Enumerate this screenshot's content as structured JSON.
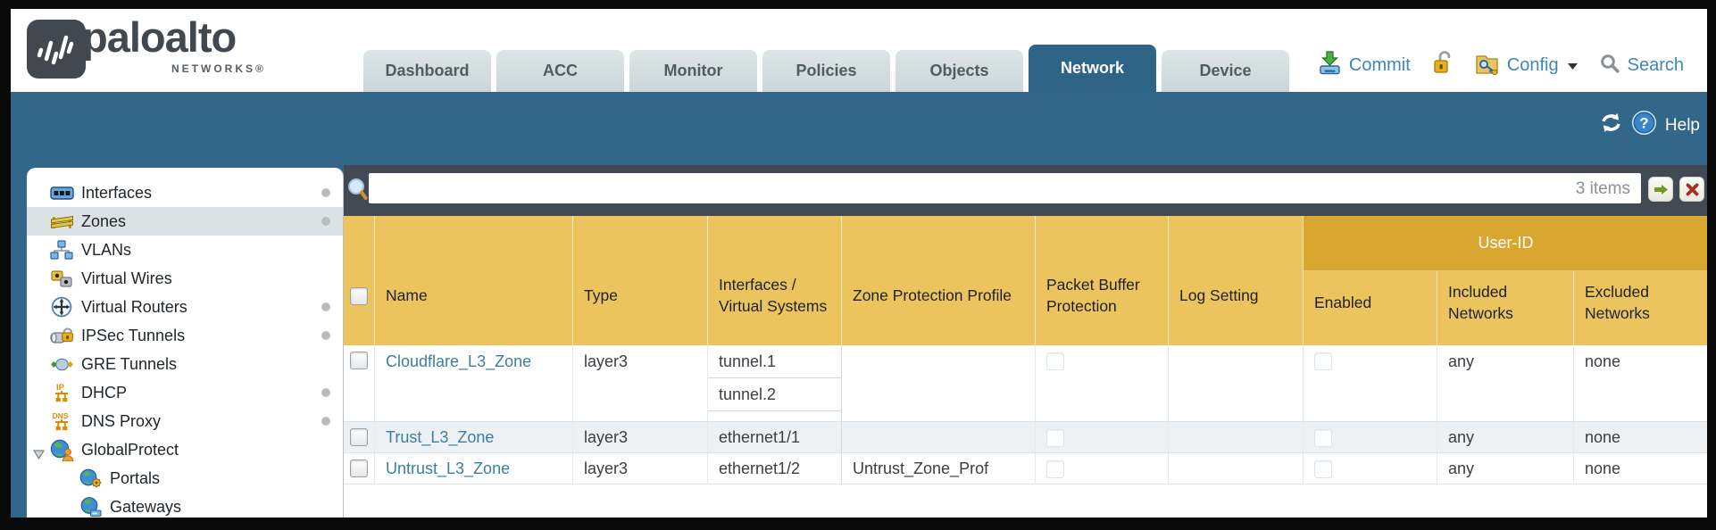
{
  "colors": {
    "teal_band": "#33678a",
    "slate_strip": "#414a54",
    "gold_header": "#ecc45e",
    "gold_group": "#d9a62f",
    "tab_inactive": "#ccd6d8",
    "tab_active": "#2e6486",
    "link": "#3e7da0",
    "action_text": "#3c87b8",
    "row_alt": "#edf1f4"
  },
  "brand": {
    "logo_text": "paloalto",
    "logo_sub": "NETWORKS®"
  },
  "nav": {
    "tabs": [
      {
        "label": "Dashboard",
        "active": false
      },
      {
        "label": "ACC",
        "active": false
      },
      {
        "label": "Monitor",
        "active": false
      },
      {
        "label": "Policies",
        "active": false
      },
      {
        "label": "Objects",
        "active": false
      },
      {
        "label": "Network",
        "active": true
      },
      {
        "label": "Device",
        "active": false
      }
    ]
  },
  "actions": {
    "commit_label": "Commit",
    "config_label": "Config",
    "search_label": "Search"
  },
  "bandbar": {
    "help_label": "Help"
  },
  "sidebar": {
    "items": [
      {
        "label": "Interfaces",
        "icon": "interfaces-icon",
        "dot": true,
        "selected": false
      },
      {
        "label": "Zones",
        "icon": "zones-icon",
        "dot": true,
        "selected": true
      },
      {
        "label": "VLANs",
        "icon": "vlans-icon",
        "dot": false,
        "selected": false
      },
      {
        "label": "Virtual Wires",
        "icon": "virtual-wires-icon",
        "dot": false,
        "selected": false
      },
      {
        "label": "Virtual Routers",
        "icon": "virtual-routers-icon",
        "dot": true,
        "selected": false
      },
      {
        "label": "IPSec Tunnels",
        "icon": "ipsec-tunnels-icon",
        "dot": true,
        "selected": false
      },
      {
        "label": "GRE Tunnels",
        "icon": "gre-tunnels-icon",
        "dot": false,
        "selected": false
      },
      {
        "label": "DHCP",
        "icon": "dhcp-icon",
        "dot": true,
        "selected": false
      },
      {
        "label": "DNS Proxy",
        "icon": "dns-proxy-icon",
        "dot": true,
        "selected": false
      },
      {
        "label": "GlobalProtect",
        "icon": "globalprotect-icon",
        "dot": false,
        "selected": false,
        "expanded": true
      },
      {
        "label": "Portals",
        "icon": "portals-icon",
        "dot": false,
        "selected": false,
        "child": true
      },
      {
        "label": "Gateways",
        "icon": "gateways-icon",
        "dot": false,
        "selected": false,
        "child": true
      }
    ]
  },
  "filterbar": {
    "value": "",
    "count": "3 items"
  },
  "table": {
    "columns": [
      "Name",
      "Type",
      "Interfaces / Virtual Systems",
      "Zone Protection Profile",
      "Packet Buffer Protection",
      "Log Setting"
    ],
    "user_id": {
      "group_label": "User-ID",
      "columns": [
        "Enabled",
        "Included Networks",
        "Excluded Networks"
      ]
    },
    "rows": [
      {
        "name": "Cloudflare_L3_Zone",
        "type": "layer3",
        "interfaces": [
          "tunnel.1",
          "tunnel.2"
        ],
        "zone_protection_profile": "",
        "log_setting": "",
        "included_networks": "any",
        "excluded_networks": "none"
      },
      {
        "name": "Trust_L3_Zone",
        "type": "layer3",
        "interfaces": [
          "ethernet1/1"
        ],
        "zone_protection_profile": "",
        "log_setting": "",
        "included_networks": "any",
        "excluded_networks": "none"
      },
      {
        "name": "Untrust_L3_Zone",
        "type": "layer3",
        "interfaces": [
          "ethernet1/2"
        ],
        "zone_protection_profile": "Untrust_Zone_Prof",
        "log_setting": "",
        "included_networks": "any",
        "excluded_networks": "none"
      }
    ]
  }
}
